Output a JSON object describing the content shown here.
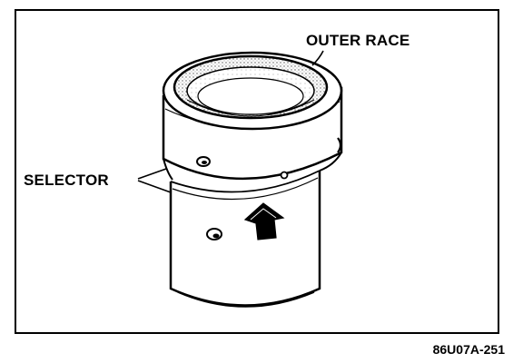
{
  "labels": {
    "outer_race": "OUTER RACE",
    "selector": "SELECTOR"
  },
  "figure_code": "86U07A-251",
  "colors": {
    "ink": "#000000",
    "paper": "#ffffff",
    "shade": "#c8c8c8"
  },
  "parts": [
    "outer-race",
    "selector-sleeve",
    "arrow-mark",
    "selector-holes"
  ]
}
